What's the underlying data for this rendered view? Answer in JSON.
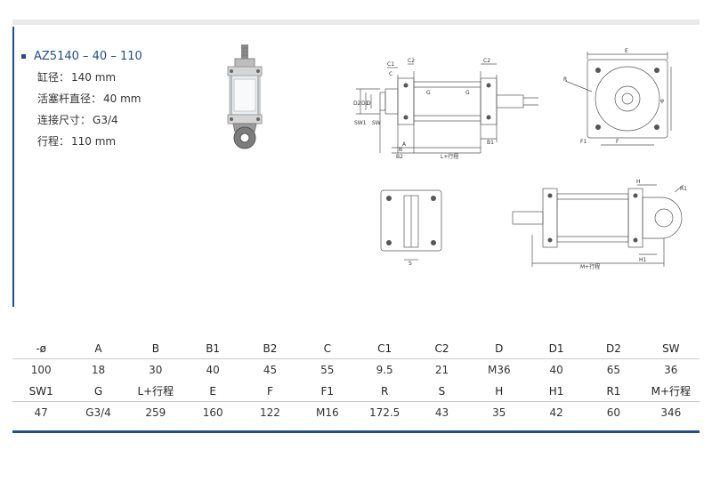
{
  "product": {
    "model": "AZ5140 – 40 – 110",
    "specs": [
      {
        "label": "缸径：",
        "value": "140 mm"
      },
      {
        "label": "活塞杆直径：",
        "value": "40 mm"
      },
      {
        "label": "连接尺寸：",
        "value": "G3/4"
      },
      {
        "label": "行程：",
        "value": "110 mm"
      }
    ]
  },
  "drawing_labels": {
    "c1": "C1",
    "c2a": "C2",
    "c2b": "C2",
    "c": "C",
    "d2": "D2",
    "d1": "D1",
    "d": "D",
    "sw1": "SW1",
    "sw": "SW",
    "g1": "G",
    "g2": "G",
    "a": "A",
    "b": "B",
    "b2": "B2",
    "b1": "B1",
    "lstroke": "L+行程",
    "e": "E",
    "r": "R",
    "f1": "F1",
    "f": "F",
    "dia": "φ",
    "h": "H",
    "r1": "R1",
    "h1": "H1",
    "mstroke": "M+行程",
    "s": "S"
  },
  "table": {
    "rows": [
      [
        "-ø",
        "A",
        "B",
        "B1",
        "B2",
        "C",
        "C1",
        "C2",
        "D",
        "D1",
        "D2",
        "SW"
      ],
      [
        "100",
        "18",
        "30",
        "40",
        "45",
        "55",
        "9.5",
        "21",
        "M36",
        "40",
        "65",
        "36"
      ],
      [
        "SW1",
        "G",
        "L+行程",
        "E",
        "F",
        "F1",
        "R",
        "S",
        "H",
        "H1",
        "R1",
        "M+行程"
      ],
      [
        "47",
        "G3/4",
        "259",
        "160",
        "122",
        "M16",
        "172.5",
        "43",
        "35",
        "42",
        "60",
        "346"
      ]
    ]
  },
  "colors": {
    "accent": "#1f4e8c",
    "rule": "#e9e9e9"
  }
}
